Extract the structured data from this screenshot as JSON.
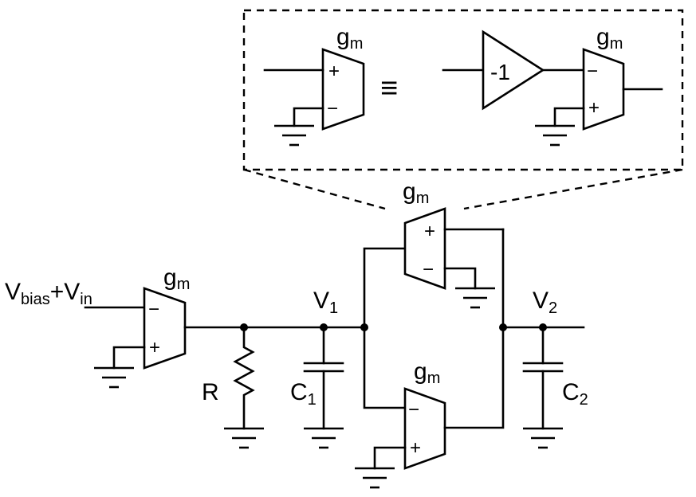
{
  "labels": {
    "gm": "g",
    "gm_sub": "m",
    "vin_v1": "V",
    "vin_sub1": "bias",
    "vin_plus": "+",
    "vin_v2": "V",
    "vin_sub2": "in",
    "v1": "V",
    "v1_sub": "1",
    "v2": "V",
    "v2_sub": "2",
    "r": "R",
    "c1": "C",
    "c1_sub": "1",
    "c2": "C",
    "c2_sub": "2",
    "equiv": "≡",
    "inverter": "-1",
    "plus": "+",
    "minus": "−"
  }
}
